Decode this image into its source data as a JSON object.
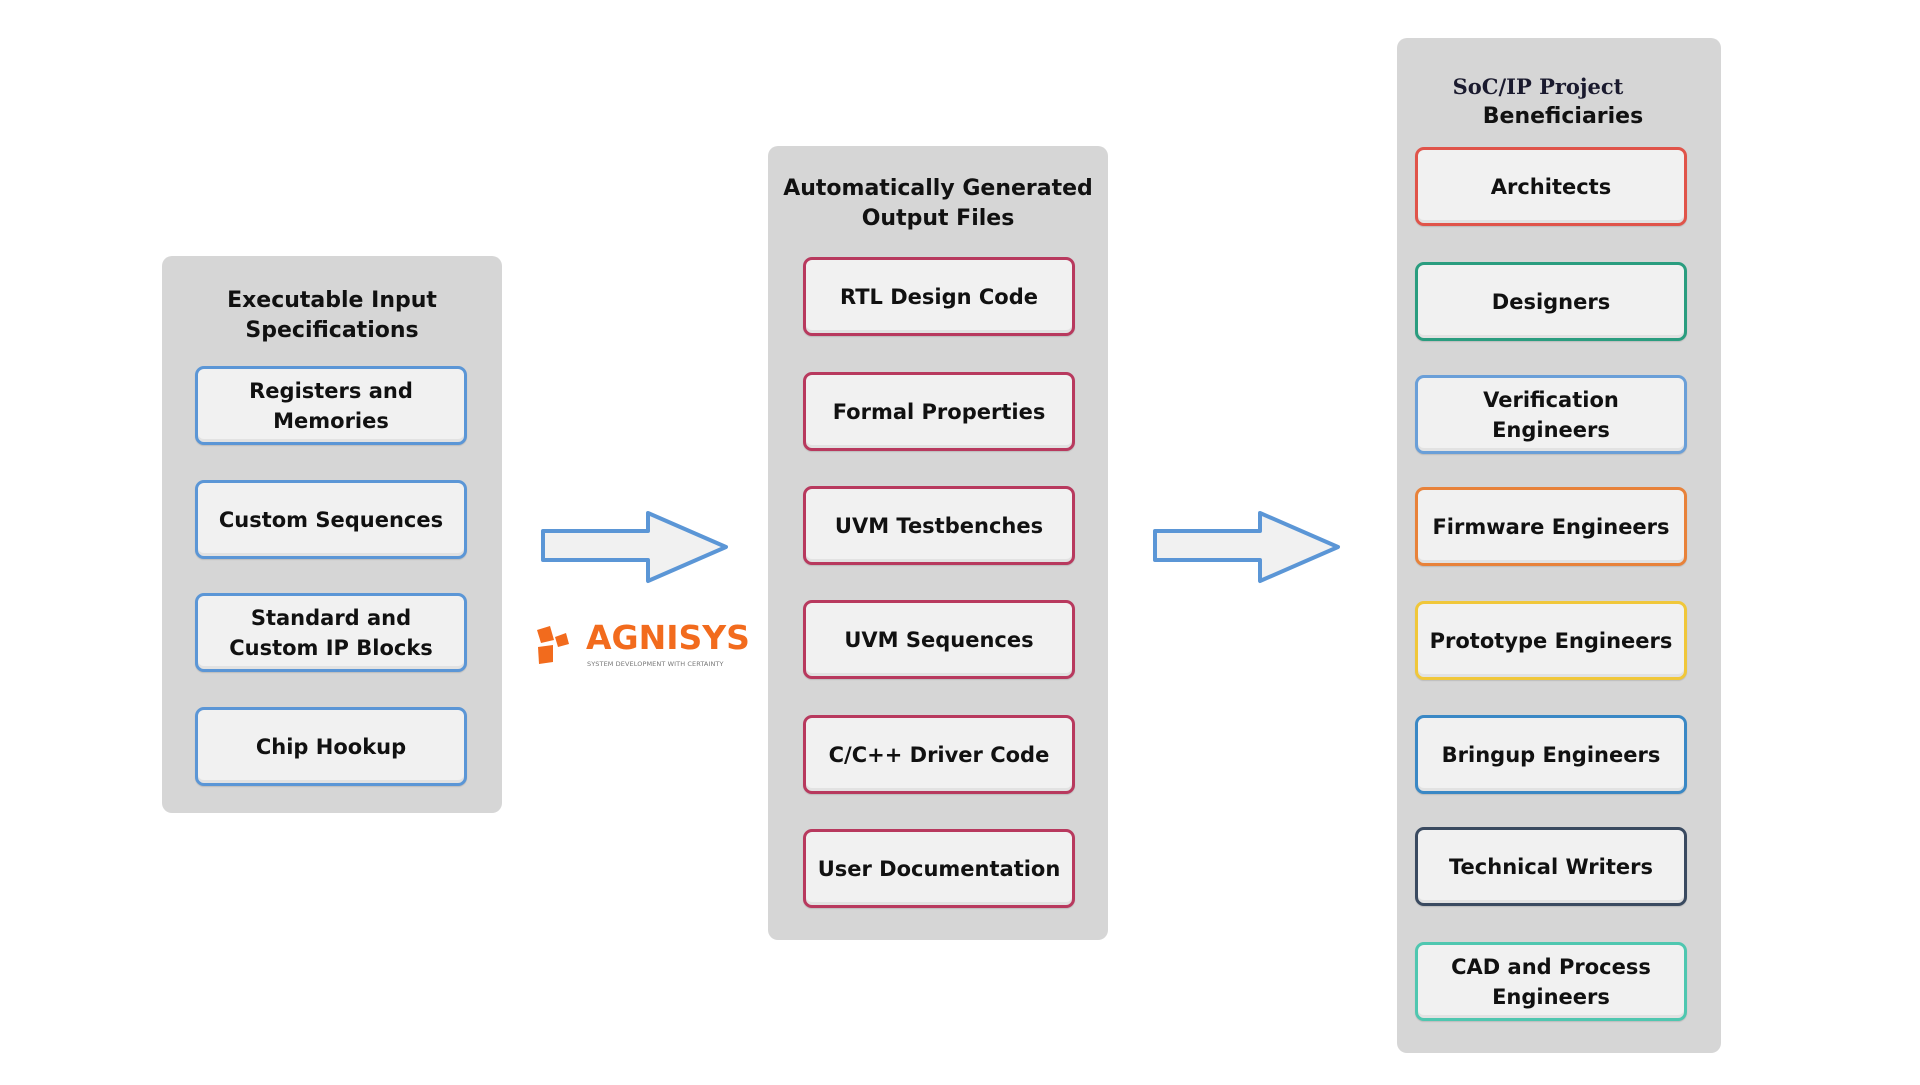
{
  "colors": {
    "panel_bg": "#d6d6d6",
    "box_bg": "#f1f1f1",
    "arrow_stroke": "#5b96d6",
    "arrow_fill": "#f1f1f1",
    "brand_orange": "#f26b1d"
  },
  "input_specs": {
    "title": "Executable Input\nSpecifications",
    "border_color": "#5b96d6",
    "items": [
      {
        "label": "Registers and\nMemories"
      },
      {
        "label": "Custom Sequences"
      },
      {
        "label": "Standard and\nCustom IP Blocks"
      },
      {
        "label": "Chip Hookup"
      }
    ]
  },
  "logo": {
    "icon": "agnisys-cubes-icon",
    "brand": "AGNISYS",
    "tagline": "SYSTEM DEVELOPMENT WITH CERTAINTY"
  },
  "output_files": {
    "title": "Automatically Generated\nOutput Files",
    "border_color": "#b8395e",
    "items": [
      {
        "label": "RTL Design Code"
      },
      {
        "label": "Formal Properties"
      },
      {
        "label": "UVM Testbenches"
      },
      {
        "label": "UVM Sequences"
      },
      {
        "label": "C/C++ Driver Code"
      },
      {
        "label": "User Documentation"
      }
    ]
  },
  "beneficiaries": {
    "title_line1": "SoC/IP Project",
    "title_line2": "Beneficiaries",
    "items": [
      {
        "label": "Architects",
        "border_color": "#e0544a"
      },
      {
        "label": "Designers",
        "border_color": "#2a9d7f"
      },
      {
        "label": "Verification\nEngineers",
        "border_color": "#6a9fd8"
      },
      {
        "label": "Firmware Engineers",
        "border_color": "#e8823a"
      },
      {
        "label": "Prototype Engineers",
        "border_color": "#f0c73a"
      },
      {
        "label": "Bringup Engineers",
        "border_color": "#3a88c5"
      },
      {
        "label": "Technical Writers",
        "border_color": "#3a4a60"
      },
      {
        "label": "CAD and Process\nEngineers",
        "border_color": "#4fc7b0"
      }
    ]
  },
  "arrows": [
    {
      "name": "inputs-to-outputs",
      "icon": "right-arrow-icon"
    },
    {
      "name": "outputs-to-beneficiaries",
      "icon": "right-arrow-icon"
    }
  ]
}
